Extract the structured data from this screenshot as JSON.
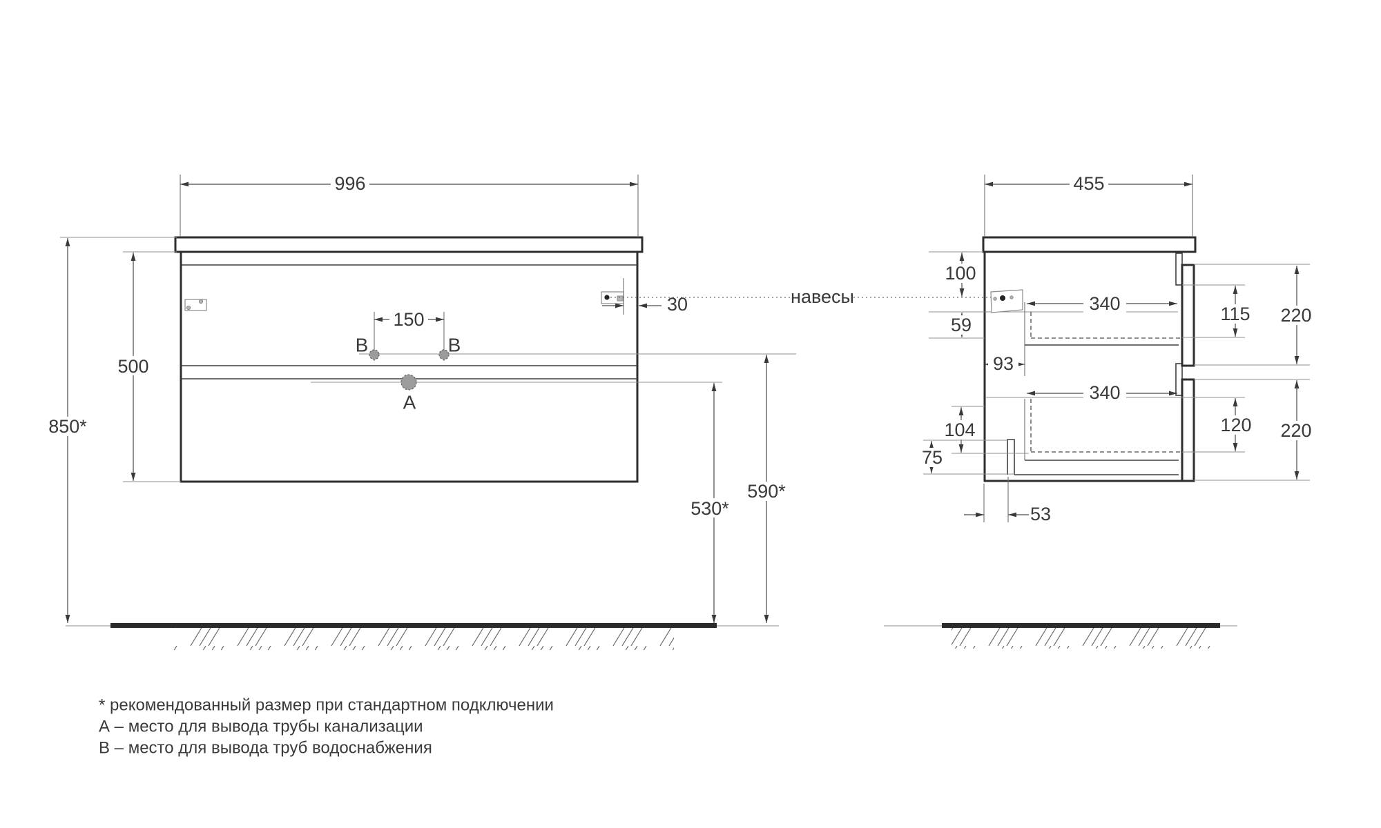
{
  "front_view": {
    "width": "996",
    "body_height": "500",
    "total_height": "850*",
    "holes_spacing": "150",
    "hanger_offset": "30",
    "drain_height": "530*",
    "supply_height": "590*",
    "point_a": "A",
    "point_b": "B"
  },
  "side_view": {
    "depth": "455",
    "top_to_hanger": "100",
    "rail_to_slide": "59",
    "back_offset": "93",
    "slide_length_top": "340",
    "slide_length_bottom": "340",
    "bottom_104": "104",
    "bottom_75": "75",
    "notch_width": "53",
    "drawer_inner_top": "115",
    "front_height_top": "220",
    "drawer_inner_bottom": "120",
    "front_height_bottom": "220"
  },
  "callout": {
    "hangers": "навесы"
  },
  "footnotes": {
    "star": "* рекомендованный размер при стандартном подключении",
    "a": "А – место для вывода трубы канализации",
    "b": "В – место для вывода труб водоснабжения"
  },
  "colors": {
    "line_dark": "#2e2e2e",
    "line_gray": "#8f8f8f",
    "text": "#3a3a3a"
  }
}
